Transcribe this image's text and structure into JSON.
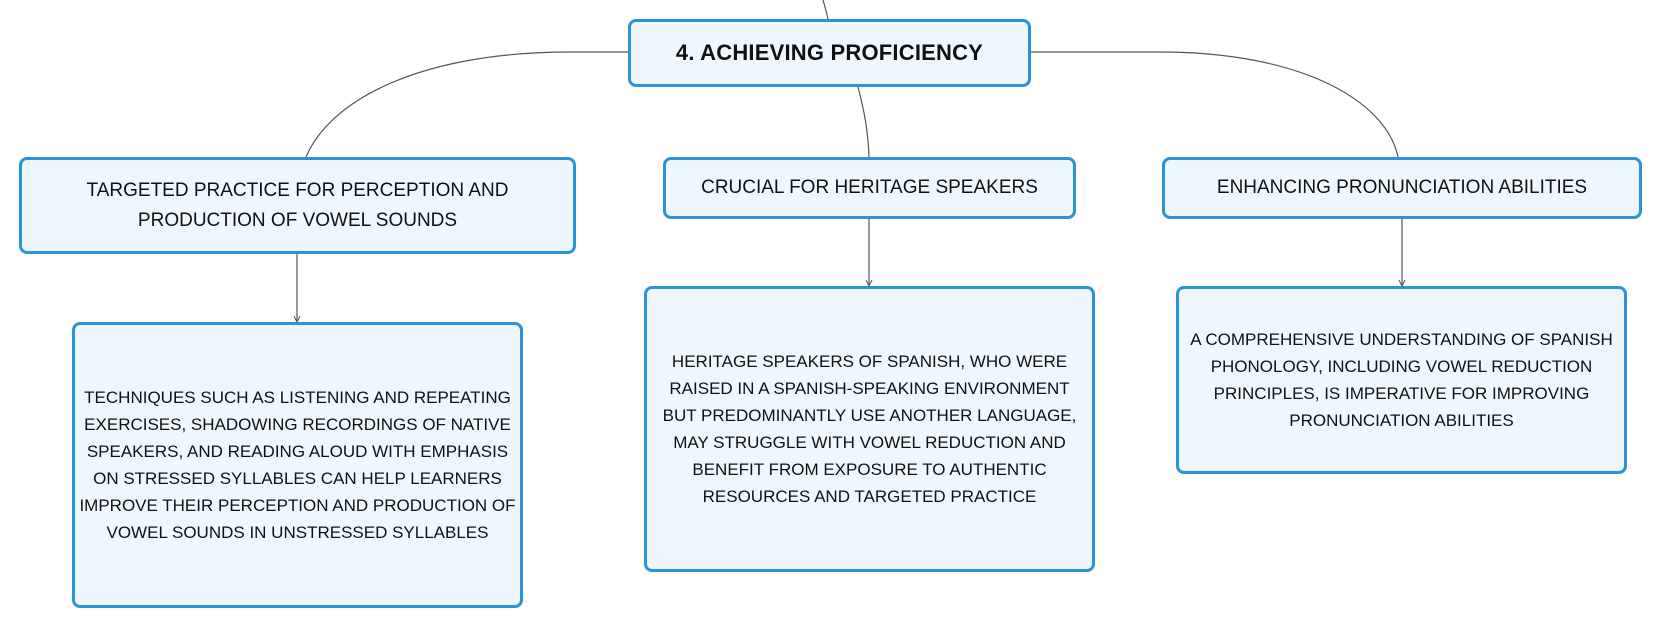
{
  "root": {
    "title": "4. ACHIEVING PROFICIENCY"
  },
  "branches": [
    {
      "label": "TARGETED PRACTICE FOR PERCEPTION AND PRODUCTION OF VOWEL SOUNDS",
      "detail": "TECHNIQUES SUCH AS LISTENING AND REPEATING EXERCISES, SHADOWING RECORDINGS OF NATIVE SPEAKERS, AND READING ALOUD WITH EMPHASIS ON STRESSED SYLLABLES CAN HELP LEARNERS IMPROVE THEIR PERCEPTION AND PRODUCTION OF VOWEL SOUNDS IN UNSTRESSED SYLLABLES"
    },
    {
      "label": "CRUCIAL FOR HERITAGE SPEAKERS",
      "detail": "HERITAGE SPEAKERS OF SPANISH, WHO WERE RAISED IN A SPANISH-SPEAKING ENVIRONMENT BUT PREDOMINANTLY USE ANOTHER LANGUAGE, MAY STRUGGLE WITH VOWEL REDUCTION AND BENEFIT FROM EXPOSURE TO AUTHENTIC RESOURCES AND TARGETED PRACTICE"
    },
    {
      "label": "ENHANCING PRONUNCIATION ABILITIES",
      "detail": "A COMPREHENSIVE UNDERSTANDING OF SPANISH PHONOLOGY, INCLUDING VOWEL REDUCTION PRINCIPLES, IS IMPERATIVE FOR IMPROVING PRONUNCIATION ABILITIES"
    }
  ],
  "colors": {
    "node_border": "#2b93d8",
    "node_fill": "#eef7fd",
    "connector": "#555555",
    "text": "#111111"
  }
}
